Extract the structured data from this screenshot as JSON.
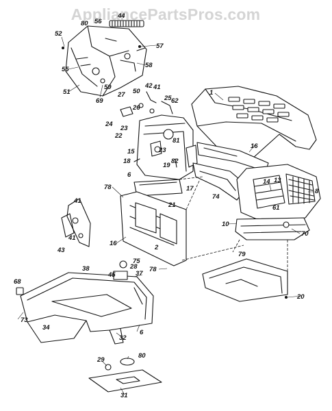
{
  "watermark": "AppliancePartsPros.com",
  "parts": {
    "p1": "1",
    "p2": "2",
    "p6a": "6",
    "p6b": "6",
    "p8": "8",
    "p10": "10",
    "p13": "13",
    "p14": "14",
    "p15": "15",
    "p16a": "16",
    "p16b": "16",
    "p17": "17",
    "p18": "18",
    "p19": "19",
    "p20": "20",
    "p21": "21",
    "p22": "22",
    "p23a": "23",
    "p23b": "23",
    "p24": "24",
    "p25": "25",
    "p26": "26",
    "p27": "27",
    "p28": "28",
    "p29": "29",
    "p31": "31",
    "p32": "32",
    "p34": "34",
    "p37": "37",
    "p38": "38",
    "p41a": "41",
    "p41b": "41",
    "p41c": "41",
    "p42": "42",
    "p43": "43",
    "p44": "44",
    "p45": "45",
    "p50": "50",
    "p51": "51",
    "p52": "52",
    "p55": "55",
    "p56": "56",
    "p57": "57",
    "p58": "58",
    "p59": "59",
    "p61": "61",
    "p62": "62",
    "p68": "68",
    "p69": "69",
    "p70": "70",
    "p73": "73",
    "p74": "74",
    "p75": "75",
    "p78a": "78",
    "p78b": "78",
    "p79": "79",
    "p80a": "80",
    "p80b": "80",
    "p81": "81",
    "p82": "82"
  }
}
